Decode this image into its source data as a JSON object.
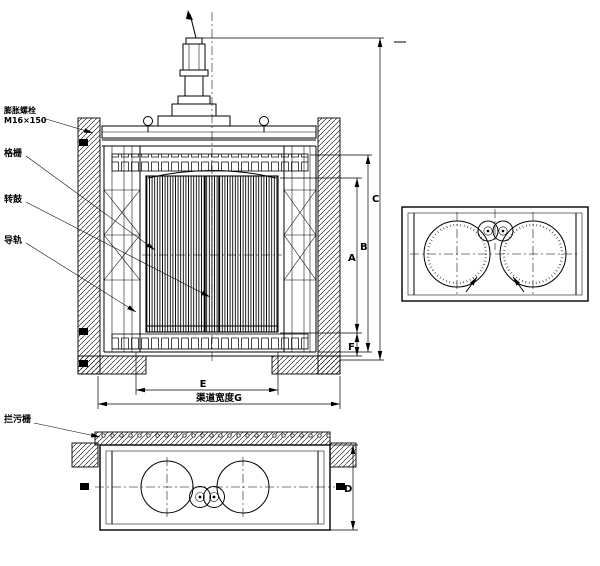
{
  "callouts": {
    "expansion_bolt_line1": "膨胀螺栓",
    "expansion_bolt_line2": "M16×150",
    "grille": "格栅",
    "drum": "转鼓",
    "guide_rail": "导轨",
    "trash_rack": "拦污栅"
  },
  "dimensions": {
    "a": "A",
    "b": "B",
    "c": "C",
    "d": "D",
    "e": "E",
    "f": "F",
    "channel_width": "渠道宽度G"
  }
}
